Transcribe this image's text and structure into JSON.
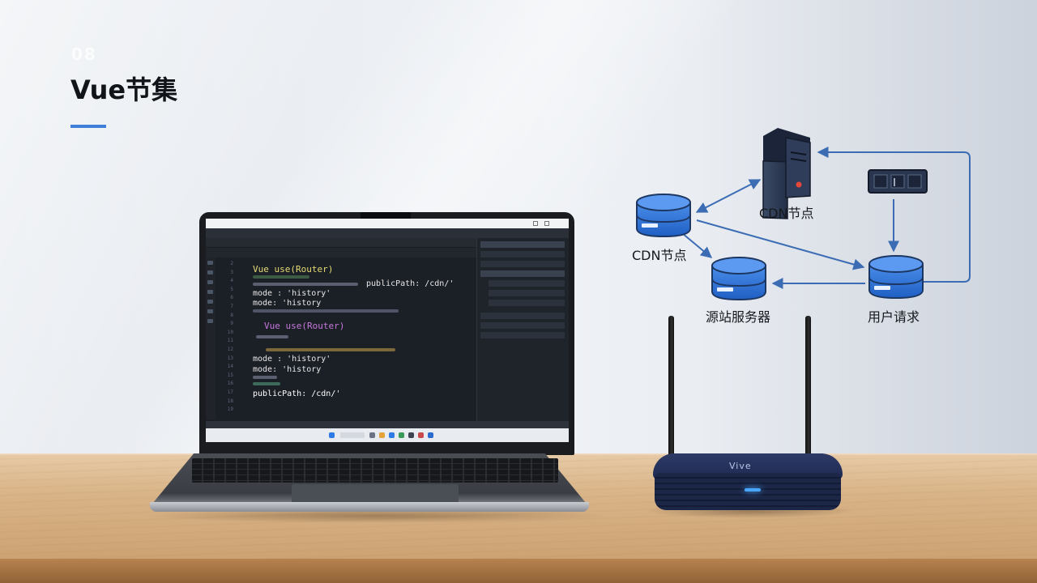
{
  "headline": {
    "ghost": "08",
    "title": "Vue节集"
  },
  "diagram": {
    "server_label": "CDN节点",
    "cdn_label": "CDN节点",
    "origin_label": "源站服务器",
    "user_label": "用户请求"
  },
  "code_editor": {
    "line_numbers": [
      "2",
      "3",
      "4",
      "5",
      "6",
      "7",
      "8",
      "9",
      "10",
      "11",
      "12",
      "13",
      "14",
      "15",
      "16",
      "17",
      "18",
      "19"
    ],
    "lines": [
      {
        "text": "Vue use(Router)",
        "color": "#e6db74"
      },
      {
        "text": "mode : 'history'",
        "color": "#e8e8e8"
      },
      {
        "text": "mode: 'history",
        "color": "#e8e8e8"
      },
      {
        "text": "Vue use(Router)",
        "color": "#c678dd"
      },
      {
        "text": "mode : 'history'",
        "color": "#e8e8e8"
      },
      {
        "text": "mode: 'history",
        "color": "#e8e8e8"
      },
      {
        "text": "publicPath:  /cdn/'",
        "color": "#e8e8e8"
      },
      {
        "text": "publicPath:  /cdn/'",
        "color": "#ffffff"
      }
    ]
  },
  "router": {
    "brand": "Vive"
  },
  "colors": {
    "accent": "#3f7fd8",
    "arrow": "#3c6db4",
    "db_fill": "#2f6fd0",
    "db_dark": "#1d3763"
  }
}
